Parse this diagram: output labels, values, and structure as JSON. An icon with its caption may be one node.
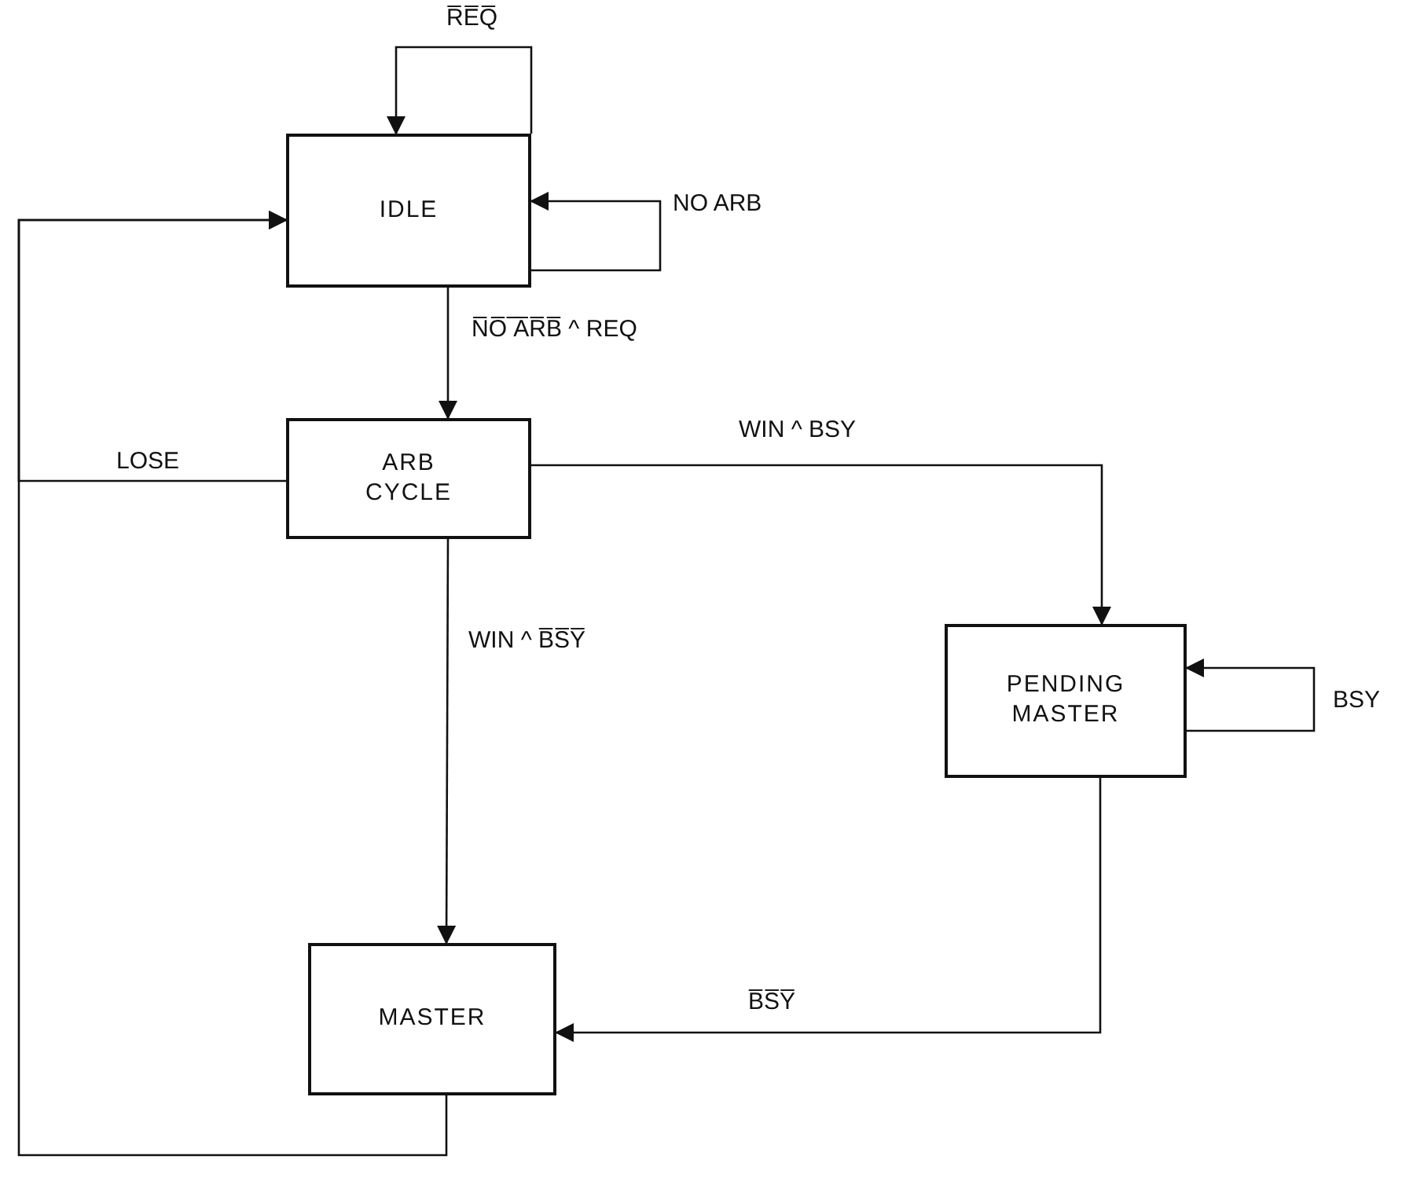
{
  "diagram": {
    "nodes": [
      {
        "text": [
          "IDLE"
        ]
      },
      {
        "text": [
          "ARB CYCLE"
        ]
      },
      {
        "text": [
          "PENDING MASTER"
        ]
      },
      {
        "text": [
          "MASTER"
        ]
      }
    ],
    "edges": [
      {
        "from": 0,
        "to": 0,
        "arrow": "to",
        "label": "R̅E̅Q̅"
      },
      {
        "from": 0,
        "to": 0,
        "arrow": "to",
        "label": "NO ARB"
      },
      {
        "from": 0,
        "to": 1,
        "arrow": "to",
        "label": "N̅O̅ ̅A̅R̅B̅ ^ REQ"
      },
      {
        "from": 1,
        "to": 2,
        "arrow": "to",
        "label": "WIN ^ BSY"
      },
      {
        "from": 1,
        "to": 0,
        "arrow": "to",
        "label": "LOSE"
      },
      {
        "from": 1,
        "to": 3,
        "arrow": "to",
        "label": "WIN ^ B̅S̅Y̅"
      },
      {
        "from": 2,
        "to": 2,
        "arrow": "to",
        "label": "BSY"
      },
      {
        "from": 2,
        "to": 3,
        "arrow": "to",
        "label": "B̅S̅Y̅"
      },
      {
        "from": 3,
        "to": 0,
        "arrow": "to"
      }
    ]
  }
}
